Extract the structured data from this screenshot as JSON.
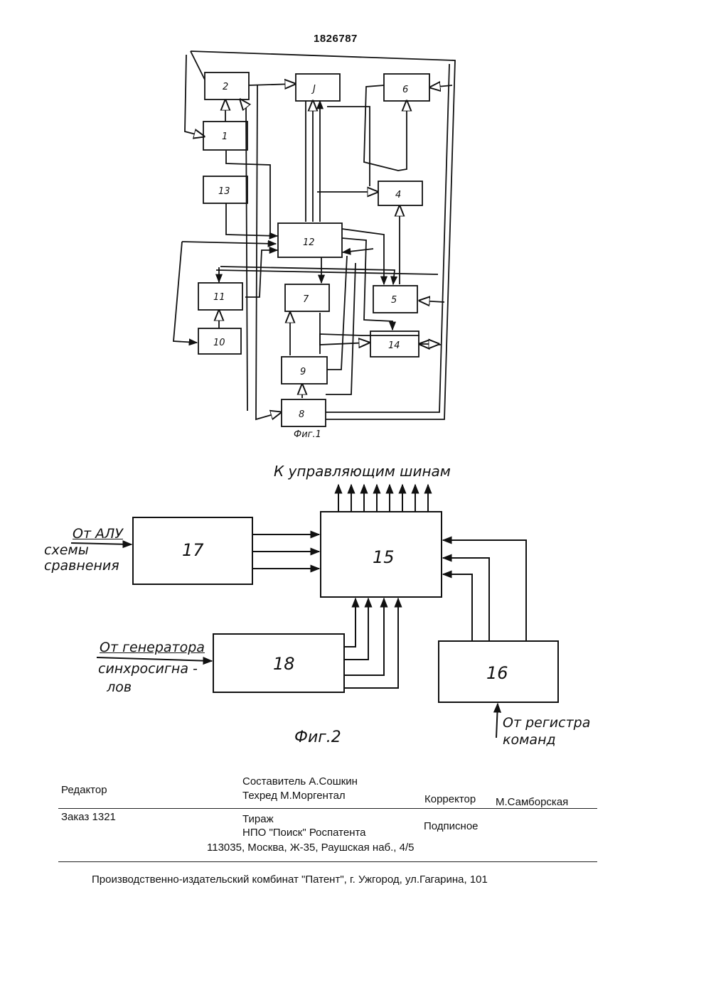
{
  "document": {
    "page_number": "1826787"
  },
  "figure1": {
    "caption": "Фиг.1",
    "blocks": [
      "1",
      "2",
      "J",
      "4",
      "5",
      "6",
      "7",
      "8",
      "9",
      "10",
      "11",
      "12",
      "13",
      "14"
    ]
  },
  "figure2": {
    "caption": "Фиг.2",
    "top_label": "К управляющим шинам",
    "blocks": {
      "b15": "15",
      "b16": "16",
      "b17": "17",
      "b18": "18"
    },
    "input_alu": "От АЛУ",
    "input_alu_2": "схемы\nсравнения",
    "input_generator": "От генератора",
    "input_generator_2": "синхросигна -\n  лов",
    "input_register": "От регистра\nкоманд"
  },
  "imprint": {
    "editor": "Редактор",
    "compiler": "Составитель А.Сошкин",
    "techred": "Техред М.Моргентал",
    "corrector_label": "Корректор",
    "corrector_name": "М.Самборская",
    "order": "Заказ  1321",
    "circulation": "Тираж",
    "subscription": "Подписное",
    "publisher": "НПО \"Поиск\" Роспатента",
    "address": "113035, Москва, Ж-35, Раушская наб., 4/5",
    "printer": "Производственно-издательский комбинат \"Патент\", г. Ужгород, ул.Гагарина, 101"
  }
}
